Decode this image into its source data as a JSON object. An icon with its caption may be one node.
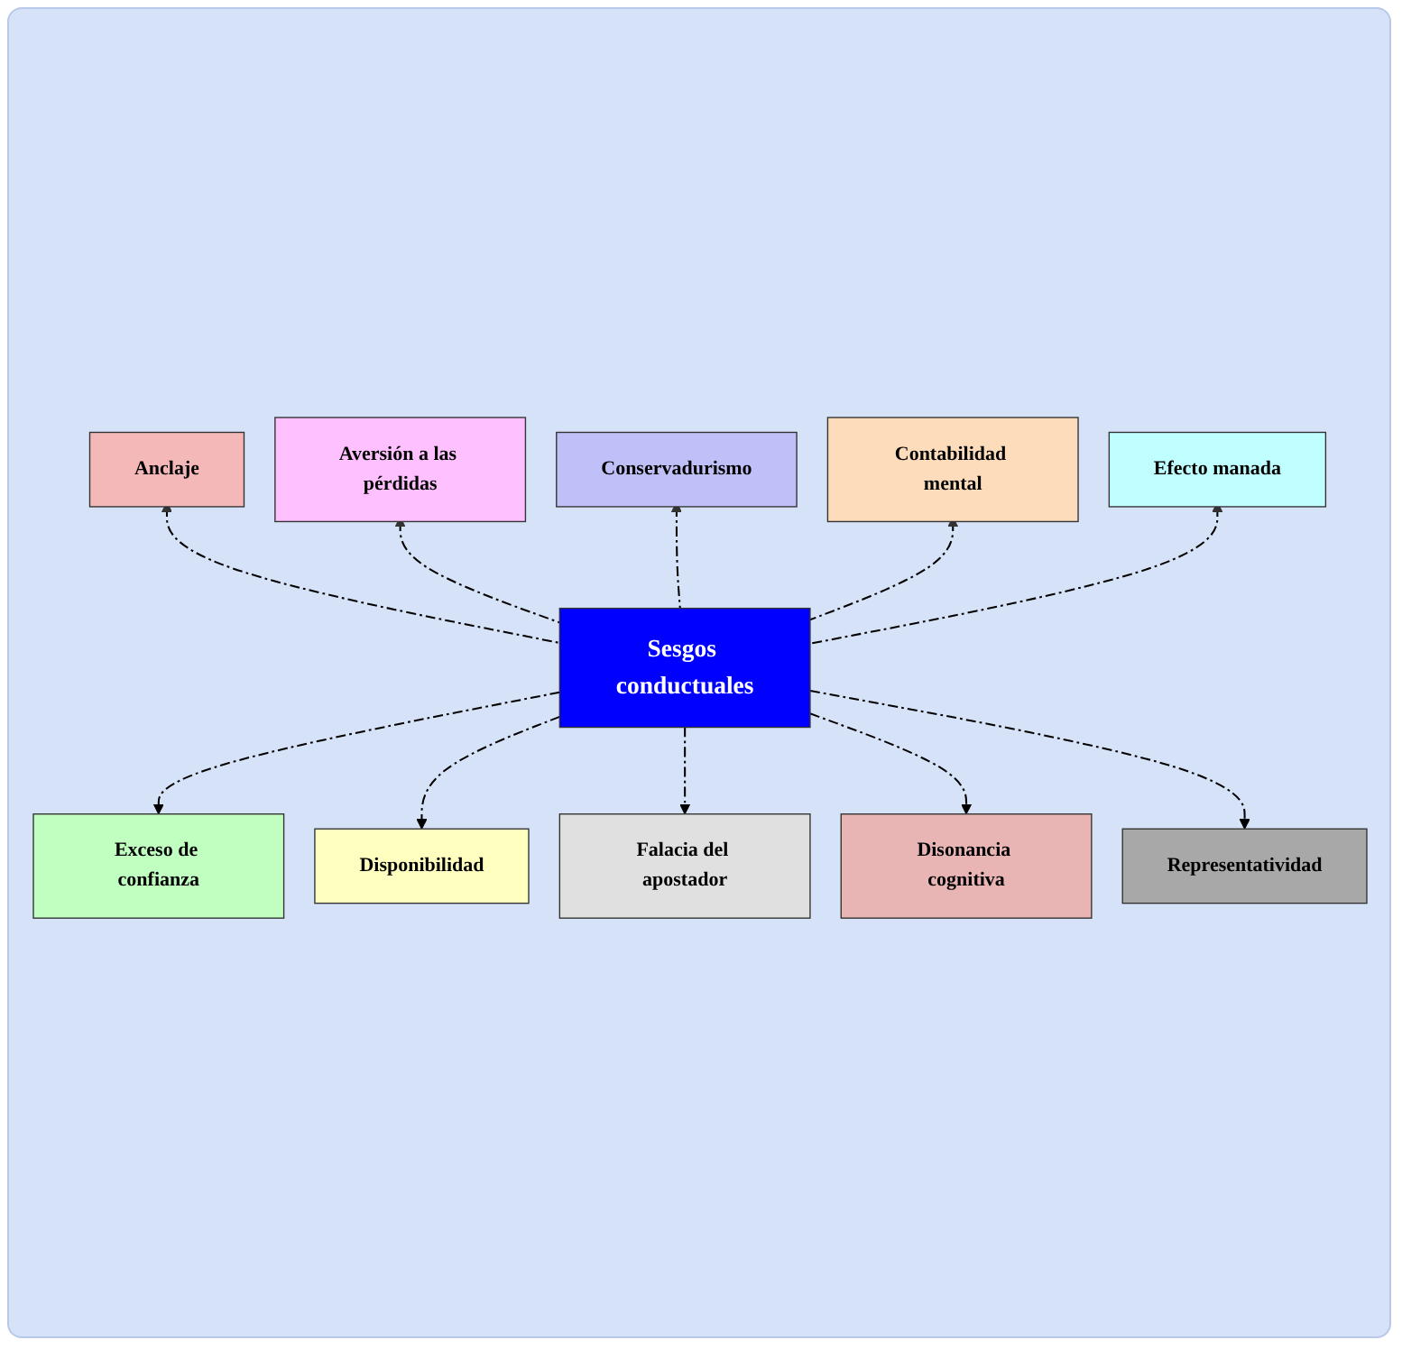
{
  "diagram": {
    "nodes": [
      {
        "text": [
          "Sesgos conductuales"
        ]
      },
      {
        "text": [
          "Anclaje"
        ]
      },
      {
        "text": [
          "Aversión a las pérdidas"
        ]
      },
      {
        "text": [
          "Conservadurismo"
        ]
      },
      {
        "text": [
          "Contabilidad mental"
        ]
      },
      {
        "text": [
          "Efecto manada"
        ]
      },
      {
        "text": [
          "Exceso de confianza"
        ]
      },
      {
        "text": [
          "Disponibilidad"
        ]
      },
      {
        "text": [
          "Falacia del apostador"
        ]
      },
      {
        "text": [
          "Disonancia cognitiva"
        ]
      },
      {
        "text": [
          "Representatividad"
        ]
      }
    ],
    "edges": [
      {
        "from": 0,
        "to": 1,
        "arrow": "to",
        "style": "dashed"
      },
      {
        "from": 0,
        "to": 2,
        "arrow": "to",
        "style": "dashed"
      },
      {
        "from": 0,
        "to": 3,
        "arrow": "to",
        "style": "dashed"
      },
      {
        "from": 0,
        "to": 4,
        "arrow": "to",
        "style": "dashed"
      },
      {
        "from": 0,
        "to": 5,
        "arrow": "to",
        "style": "dashed"
      },
      {
        "from": 0,
        "to": 6,
        "arrow": "to",
        "style": "dashed"
      },
      {
        "from": 0,
        "to": 7,
        "arrow": "to",
        "style": "dashed"
      },
      {
        "from": 0,
        "to": 8,
        "arrow": "to",
        "style": "dashed"
      },
      {
        "from": 0,
        "to": 9,
        "arrow": "to",
        "style": "dashed"
      },
      {
        "from": 0,
        "to": 10,
        "arrow": "to",
        "style": "dashed"
      }
    ]
  }
}
